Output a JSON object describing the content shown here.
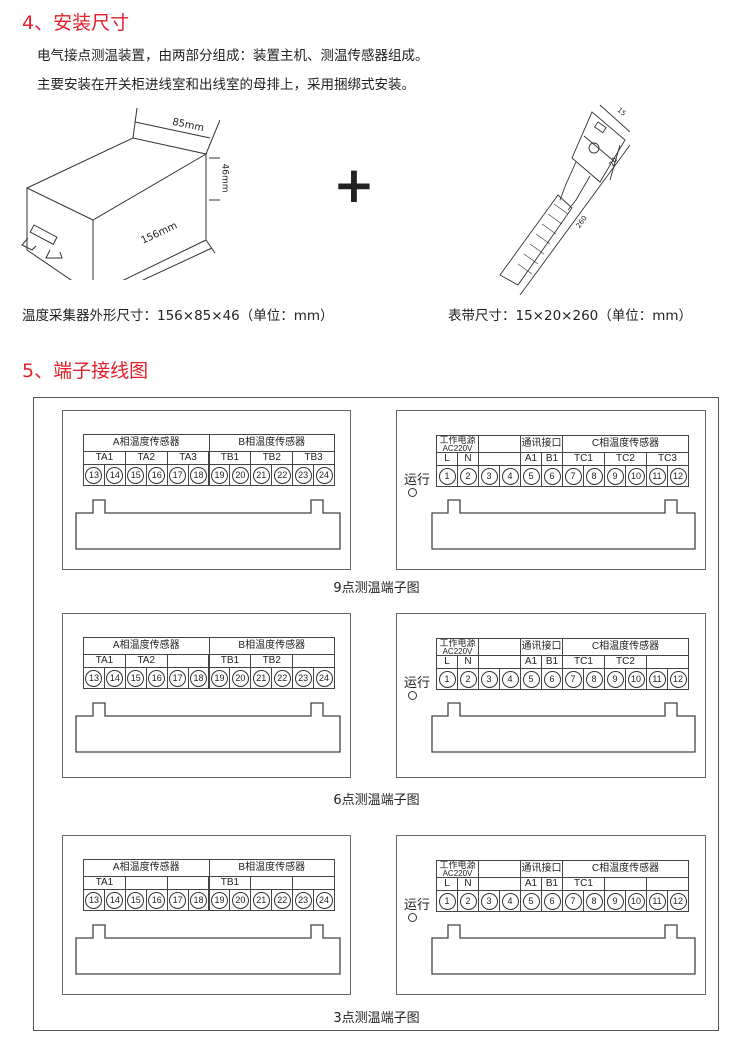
{
  "section4": {
    "title": "4、安装尺寸",
    "line1": "电气接点测温装置，由两部分组成：装置主机、测温传感器组成。",
    "line2": "主要安装在开关柜进线室和出线室的母排上，采用捆绑式安装。",
    "collector": {
      "dim_length": "156mm",
      "dim_width": "85mm",
      "dim_height": "46mm",
      "caption": "温度采集器外形尺寸：156×85×46（单位：mm）"
    },
    "plus": "+",
    "strap": {
      "dim_a": "15",
      "dim_b": "20",
      "dim_c": "260",
      "caption": "表带尺寸：15×20×260（单位：mm）"
    }
  },
  "section5": {
    "title": "5、端子接线图",
    "run_label": "运行",
    "diagrams": [
      {
        "caption": "9点测温端子图",
        "left": {
          "headers": [
            {
              "text": "A相温度传感器",
              "span": 6
            },
            {
              "text": "B相温度传感器",
              "span": 6
            }
          ],
          "labels": [
            {
              "text": "TA1",
              "span": 2
            },
            {
              "text": "TA2",
              "span": 2
            },
            {
              "text": "TA3",
              "span": 2
            },
            {
              "text": "TB1",
              "span": 2
            },
            {
              "text": "TB2",
              "span": 2
            },
            {
              "text": "TB3",
              "span": 2
            }
          ],
          "terminals": [
            "13",
            "14",
            "15",
            "16",
            "17",
            "18",
            "19",
            "20",
            "21",
            "22",
            "23",
            "24"
          ]
        },
        "right": {
          "headers": [
            {
              "text": "工作电源",
              "sub": "AC220V",
              "span": 2
            },
            {
              "text": "",
              "span": 2
            },
            {
              "text": "通讯接口",
              "span": 2
            },
            {
              "text": "C相温度传感器",
              "span": 6
            }
          ],
          "labels": [
            {
              "text": "L",
              "span": 1
            },
            {
              "text": "N",
              "span": 1
            },
            {
              "text": "",
              "span": 2
            },
            {
              "text": "A1",
              "span": 1
            },
            {
              "text": "B1",
              "span": 1
            },
            {
              "text": "TC1",
              "span": 2
            },
            {
              "text": "TC2",
              "span": 2
            },
            {
              "text": "TC3",
              "span": 2
            }
          ],
          "terminals": [
            "1",
            "2",
            "3",
            "4",
            "5",
            "6",
            "7",
            "8",
            "9",
            "10",
            "11",
            "12"
          ]
        }
      },
      {
        "caption": "6点测温端子图",
        "left": {
          "headers": [
            {
              "text": "A相温度传感器",
              "span": 6
            },
            {
              "text": "B相温度传感器",
              "span": 6
            }
          ],
          "labels": [
            {
              "text": "TA1",
              "span": 2
            },
            {
              "text": "TA2",
              "span": 2
            },
            {
              "text": "",
              "span": 2
            },
            {
              "text": "TB1",
              "span": 2
            },
            {
              "text": "TB2",
              "span": 2
            },
            {
              "text": "",
              "span": 2
            }
          ],
          "terminals": [
            "13",
            "14",
            "15",
            "16",
            "17",
            "18",
            "19",
            "20",
            "21",
            "22",
            "23",
            "24"
          ]
        },
        "right": {
          "headers": [
            {
              "text": "工作电源",
              "sub": "AC220V",
              "span": 2
            },
            {
              "text": "",
              "span": 2
            },
            {
              "text": "通讯接口",
              "span": 2
            },
            {
              "text": "C相温度传感器",
              "span": 6
            }
          ],
          "labels": [
            {
              "text": "L",
              "span": 1
            },
            {
              "text": "N",
              "span": 1
            },
            {
              "text": "",
              "span": 2
            },
            {
              "text": "A1",
              "span": 1
            },
            {
              "text": "B1",
              "span": 1
            },
            {
              "text": "TC1",
              "span": 2
            },
            {
              "text": "TC2",
              "span": 2
            },
            {
              "text": "",
              "span": 2
            }
          ],
          "terminals": [
            "1",
            "2",
            "3",
            "4",
            "5",
            "6",
            "7",
            "8",
            "9",
            "10",
            "11",
            "12"
          ]
        }
      },
      {
        "caption": "3点测温端子图",
        "left": {
          "headers": [
            {
              "text": "A相温度传感器",
              "span": 6
            },
            {
              "text": "B相温度传感器",
              "span": 6
            }
          ],
          "labels": [
            {
              "text": "TA1",
              "span": 2
            },
            {
              "text": "",
              "span": 2
            },
            {
              "text": "",
              "span": 2
            },
            {
              "text": "TB1",
              "span": 2
            },
            {
              "text": "",
              "span": 2
            },
            {
              "text": "",
              "span": 2
            }
          ],
          "terminals": [
            "13",
            "14",
            "15",
            "16",
            "17",
            "18",
            "19",
            "20",
            "21",
            "22",
            "23",
            "24"
          ]
        },
        "right": {
          "headers": [
            {
              "text": "工作电源",
              "sub": "AC220V",
              "span": 2
            },
            {
              "text": "",
              "span": 2
            },
            {
              "text": "通讯接口",
              "span": 2
            },
            {
              "text": "C相温度传感器",
              "span": 6
            }
          ],
          "labels": [
            {
              "text": "L",
              "span": 1
            },
            {
              "text": "N",
              "span": 1
            },
            {
              "text": "",
              "span": 2
            },
            {
              "text": "A1",
              "span": 1
            },
            {
              "text": "B1",
              "span": 1
            },
            {
              "text": "TC1",
              "span": 2
            },
            {
              "text": "",
              "span": 2
            },
            {
              "text": "",
              "span": 2
            }
          ],
          "terminals": [
            "1",
            "2",
            "3",
            "4",
            "5",
            "6",
            "7",
            "8",
            "9",
            "10",
            "11",
            "12"
          ]
        }
      }
    ]
  }
}
